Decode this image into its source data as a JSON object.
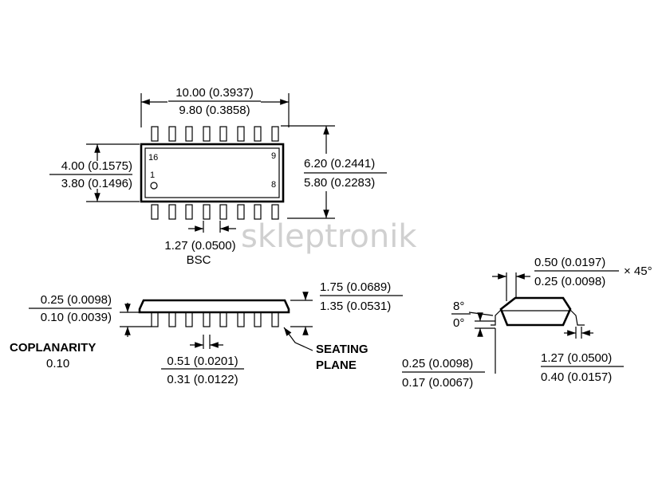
{
  "watermark": "skleptronik",
  "top_view": {
    "length_max": "10.00 (0.3937)",
    "length_min": "9.80 (0.3858)",
    "body_width_max": "4.00 (0.1575)",
    "body_width_min": "3.80 (0.1496)",
    "overall_width_max": "6.20 (0.2441)",
    "overall_width_min": "5.80 (0.2283)",
    "pitch": "1.27 (0.0500)",
    "pitch_note": "BSC",
    "pin_labels": {
      "p16": "16",
      "p9": "9",
      "p1": "1",
      "p8": "8"
    }
  },
  "side_view": {
    "standoff_max": "0.25 (0.0098)",
    "standoff_min": "0.10 (0.0039)",
    "height_max": "1.75 (0.0689)",
    "height_min": "1.35 (0.0531)",
    "lead_width_max": "0.51 (0.0201)",
    "lead_width_min": "0.31 (0.0122)",
    "coplanarity_label": "COPLANARITY",
    "coplanarity_value": "0.10",
    "seating_plane_1": "SEATING",
    "seating_plane_2": "PLANE"
  },
  "end_view": {
    "chamfer_max": "0.50 (0.0197)",
    "chamfer_min": "0.25 (0.0098)",
    "chamfer_angle": "× 45°",
    "angle_max": "8°",
    "angle_min": "0°",
    "lead_thickness_max": "0.25 (0.0098)",
    "lead_thickness_min": "0.17 (0.0067)",
    "foot_length_max": "1.27 (0.0500)",
    "foot_length_min": "0.40 (0.0157)"
  }
}
